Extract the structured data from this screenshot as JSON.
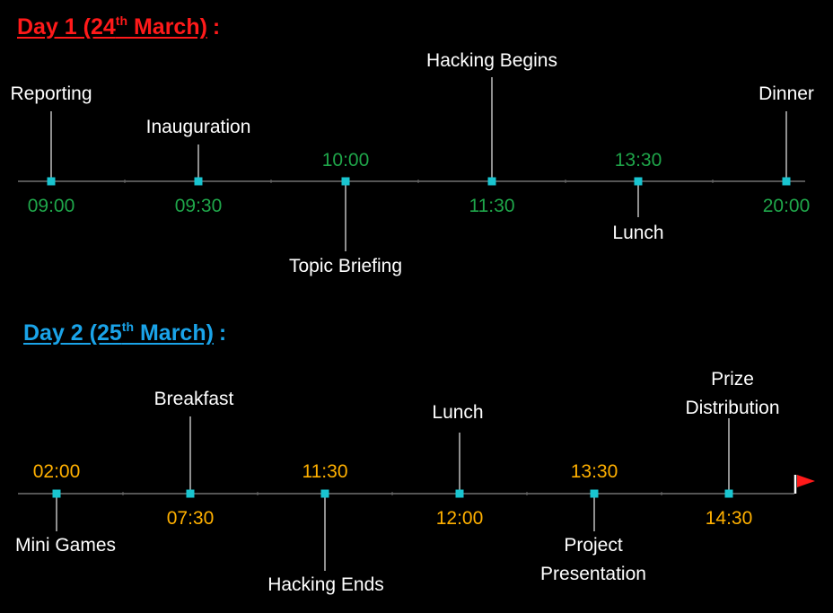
{
  "colors": {
    "background": "#000000",
    "day1_heading": "#ff1a1a",
    "day2_heading": "#1aa3e8",
    "day1_time": "#1fa64a",
    "day2_time": "#ffb000",
    "marker": "#19c5d0",
    "axis": "#555555",
    "label": "#ffffff",
    "flag": "#ff1a1a"
  },
  "day1": {
    "heading": {
      "title_prefix": "Day 1  (24",
      "superscript": "th",
      "title_suffix": " March)",
      "colon": ":"
    },
    "events": [
      {
        "time": "09:00",
        "label": "Reporting"
      },
      {
        "time": "09:30",
        "label": "Inauguration"
      },
      {
        "time": "10:00",
        "label": "Topic  Briefing"
      },
      {
        "time": "11:30",
        "label": "Hacking Begins"
      },
      {
        "time": "13:30",
        "label": "Lunch"
      },
      {
        "time": "20:00",
        "label": "Dinner"
      }
    ]
  },
  "day2": {
    "heading": {
      "title_prefix": "Day 2  (25",
      "superscript": "th",
      "title_suffix": " March)",
      "colon": ":"
    },
    "events": [
      {
        "time": "02:00",
        "label": "Mini Games"
      },
      {
        "time": "07:30",
        "label": "Breakfast"
      },
      {
        "time": "11:30",
        "label": "Hacking Ends"
      },
      {
        "time": "12:00",
        "label": "Lunch"
      },
      {
        "time": "13:30",
        "label": "Project Presentation"
      },
      {
        "time": "14:30",
        "label": "Prize Distribution"
      }
    ],
    "end_marker": "flag-icon"
  }
}
